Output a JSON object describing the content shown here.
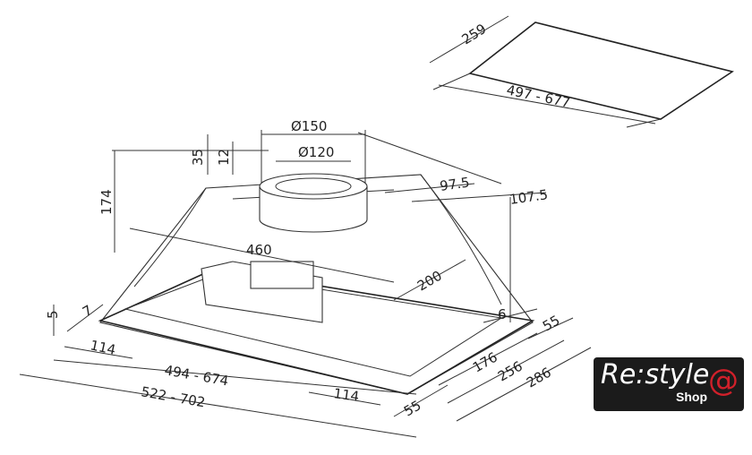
{
  "drawing": {
    "top_panel": {
      "depth": "259",
      "width": "497 - 677"
    },
    "outlet": {
      "outer_diameter": "Ø150",
      "inner_diameter": "Ø120",
      "height_outer": "35",
      "height_inner": "12",
      "offset_a": "97.5",
      "offset_b": "107.5"
    },
    "body": {
      "height": "174",
      "inner_width": "460",
      "inner_depth": "200"
    },
    "frame": {
      "lip_height": "5",
      "lip_depth": "7",
      "left_offset": "114",
      "width_inner": "494 - 674",
      "width_outer": "522 - 702",
      "bottom_offset": "114",
      "bottom_side": "55",
      "right_lip": "6",
      "right_side": "55",
      "depth_a": "176",
      "depth_b": "256",
      "depth_c": "286"
    }
  },
  "logo": {
    "brand": "Re:style",
    "sub": "Shop",
    "at": "@"
  }
}
